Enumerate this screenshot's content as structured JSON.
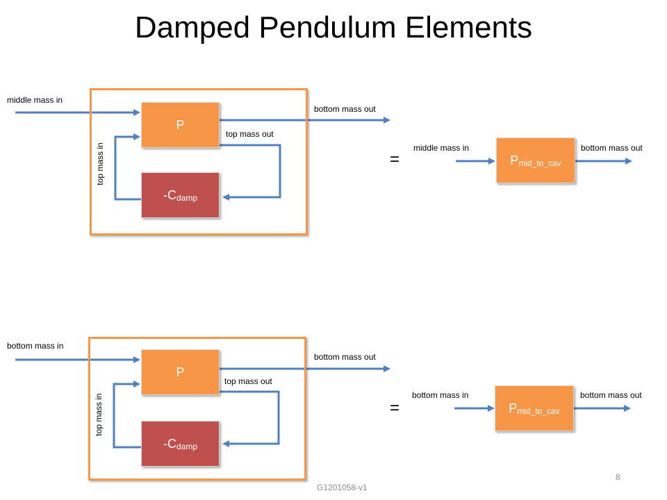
{
  "title": "Damped Pendulum Elements",
  "colors": {
    "block": "#f79646",
    "damp_block": "#c0504d",
    "frame": "#f79646",
    "wire": "#4f81bd"
  },
  "top": {
    "input_label": "middle mass in",
    "output_label": "bottom mass out",
    "feedback_out_label": "top mass out",
    "feedback_in_label": "top mass in",
    "plant_label": "P",
    "damp_label": "-C",
    "damp_sub": "damp",
    "equals": "=",
    "equiv_input_label": "middle mass in",
    "equiv_output_label": "bottom mass out",
    "equiv_label": "P",
    "equiv_sub": "mid_to_cav"
  },
  "bottom": {
    "input_label": "bottom mass in",
    "output_label": "bottom mass out",
    "feedback_out_label": "top mass out",
    "feedback_in_label": "top mass in",
    "plant_label": "P",
    "damp_label": "-C",
    "damp_sub": "damp",
    "equals": "=",
    "equiv_input_label": "bottom mass in",
    "equiv_output_label": "bottom mass out",
    "equiv_label": "P",
    "equiv_sub": "mid_to_cav"
  },
  "footer": {
    "doc_id": "G1201058-v1",
    "page": "8"
  }
}
